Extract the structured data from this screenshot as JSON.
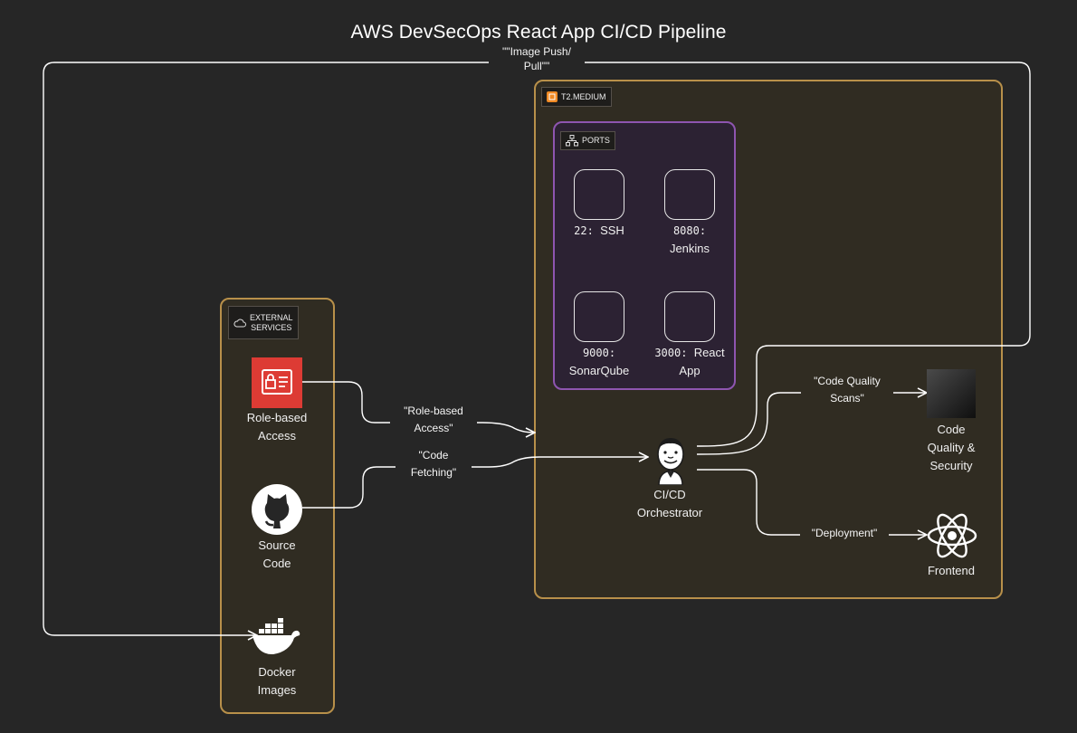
{
  "title": "AWS DevSecOps React App CI/CD Pipeline",
  "groups": {
    "t2": {
      "label": "T2.MEDIUM",
      "icon": "ec2-instance-icon"
    },
    "ports": {
      "label": "PORTS",
      "icon": "network-icon",
      "items": [
        {
          "port": "22:",
          "service": "SSH"
        },
        {
          "port": "8080:",
          "service": "Jenkins"
        },
        {
          "port": "9000:",
          "service": "SonarQube"
        },
        {
          "port": "3000:",
          "service": "React App"
        }
      ]
    },
    "external": {
      "label_line1": "EXTERNAL",
      "label_line2": "SERVICES",
      "icon": "cloud-icon"
    }
  },
  "nodes": {
    "iam": {
      "line1": "Role-based",
      "line2": "Access",
      "icon": "iam-icon"
    },
    "github": {
      "line1": "Source",
      "line2": "Code",
      "icon": "github-icon"
    },
    "docker": {
      "line1": "Docker",
      "line2": "Images",
      "icon": "docker-icon"
    },
    "jenkins": {
      "line1": "CI/CD",
      "line2": "Orchestrator",
      "icon": "jenkins-icon"
    },
    "sonar": {
      "line1": "Code",
      "line2": "Quality &",
      "line3": "Security",
      "icon": "sonarqube-icon"
    },
    "react": {
      "line1": "Frontend",
      "icon": "react-icon"
    }
  },
  "edges": {
    "image": {
      "line1": "\"\"Image Push/",
      "line2": "Pull\"\""
    },
    "role": {
      "line1": "\"Role-based",
      "line2": "Access\""
    },
    "code": {
      "line1": "\"Code",
      "line2": "Fetching\""
    },
    "scans": {
      "line1": "\"Code Quality",
      "line2": "Scans\""
    },
    "deploy": {
      "line1": "\"Deployment\""
    }
  },
  "colors": {
    "background": "#262626",
    "group_border": "#b8904a",
    "ports_border": "#8e55b0",
    "edge": "#ffffff",
    "iam_red": "#dd3b34"
  }
}
